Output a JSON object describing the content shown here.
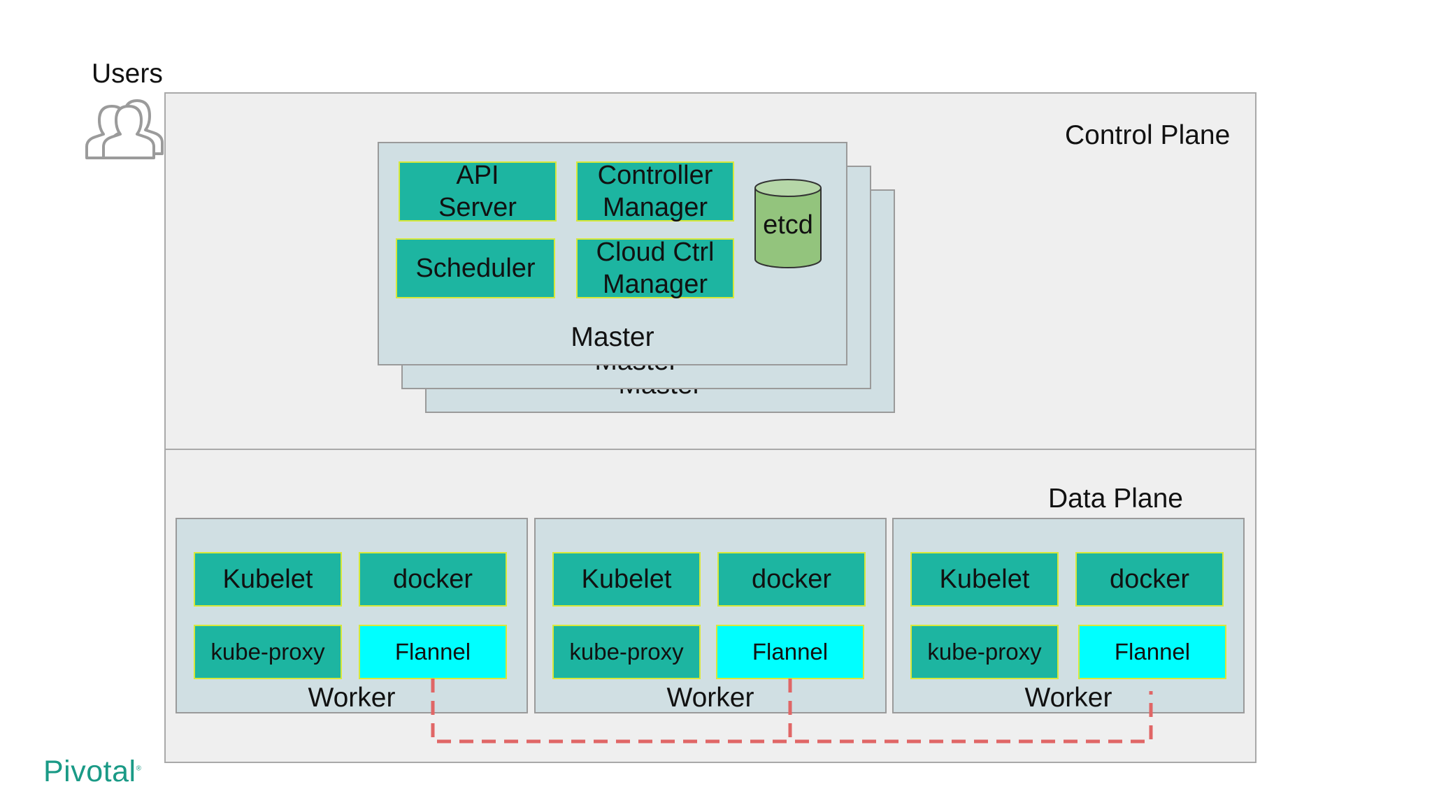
{
  "users": {
    "label": "Users",
    "icon": "users-icon"
  },
  "control_plane": {
    "label": "Control Plane",
    "masters": [
      {
        "label": "Master"
      },
      {
        "label": "Master"
      },
      {
        "label": "Master"
      }
    ],
    "components": {
      "api_server": "API\nServer",
      "controller_manager": "Controller\nManager",
      "scheduler": "Scheduler",
      "cloud_ctrl_manager": "Cloud Ctrl\nManager",
      "etcd": "etcd"
    }
  },
  "data_plane": {
    "label": "Data Plane",
    "workers": [
      {
        "label": "Worker",
        "kubelet": "Kubelet",
        "docker": "docker",
        "kube_proxy": "kube-proxy",
        "flannel": "Flannel"
      },
      {
        "label": "Worker",
        "kubelet": "Kubelet",
        "docker": "docker",
        "kube_proxy": "kube-proxy",
        "flannel": "Flannel"
      },
      {
        "label": "Worker",
        "kubelet": "Kubelet",
        "docker": "docker",
        "kube_proxy": "kube-proxy",
        "flannel": "Flannel"
      }
    ]
  },
  "colors": {
    "component": "#1db5a1",
    "flannel": "#00ffff",
    "etcd": "#93c47d",
    "network_link": "#e06666",
    "logo": "#1a9a86"
  },
  "logo": {
    "text": "Pivotal"
  }
}
